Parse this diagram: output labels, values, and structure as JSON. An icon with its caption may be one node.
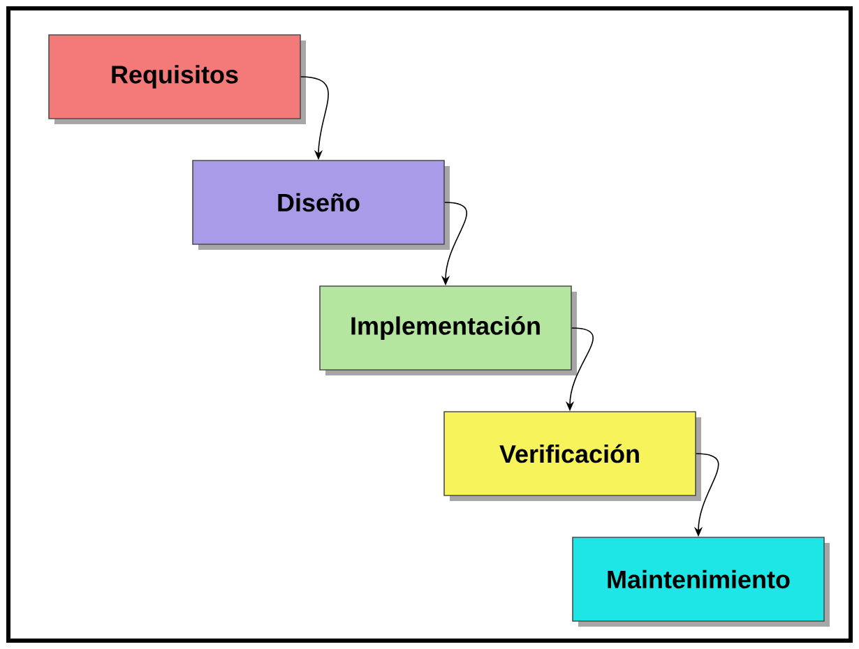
{
  "diagram": {
    "nodes": [
      {
        "text": [
          "Requisitos"
        ]
      },
      {
        "text": [
          "Diseño"
        ]
      },
      {
        "text": [
          "Implementación"
        ]
      },
      {
        "text": [
          "Verificación"
        ]
      },
      {
        "text": [
          "Maintenimiento"
        ]
      }
    ],
    "edges": [
      {
        "from": 0,
        "to": 1,
        "arrow": "to"
      },
      {
        "from": 1,
        "to": 2,
        "arrow": "to"
      },
      {
        "from": 2,
        "to": 3,
        "arrow": "to"
      },
      {
        "from": 3,
        "to": 4,
        "arrow": "to"
      }
    ]
  }
}
